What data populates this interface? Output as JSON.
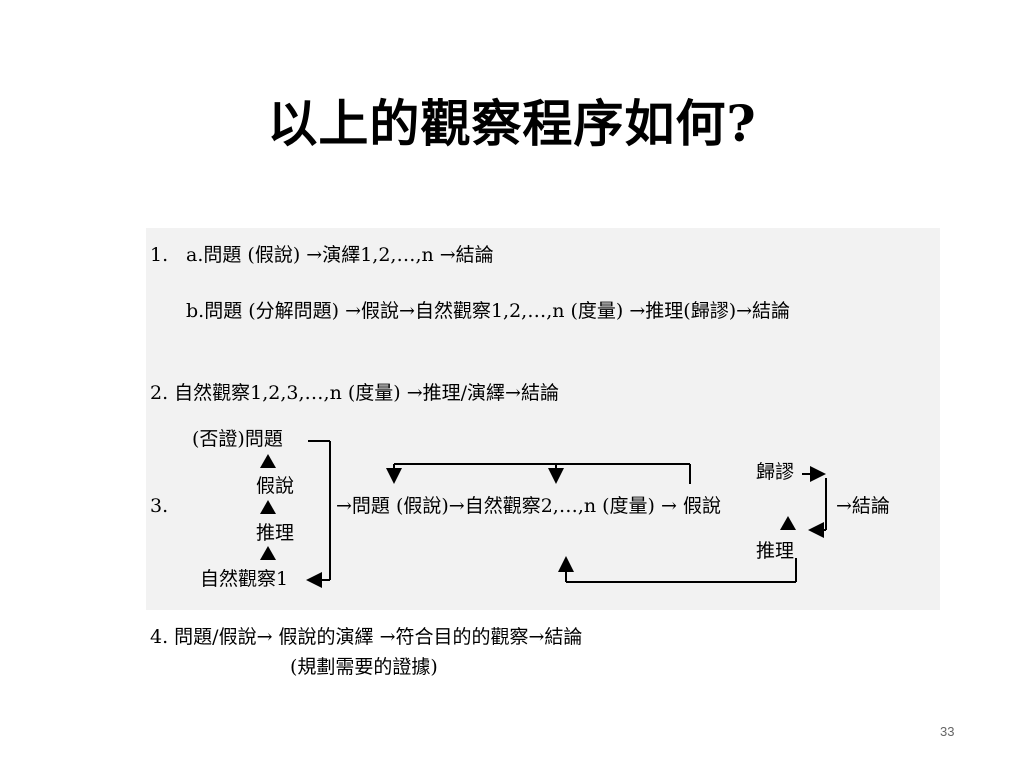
{
  "slide": {
    "title": "以上的觀察程序如何?",
    "page_number": "33"
  },
  "diagram": {
    "item1": {
      "number": "1.",
      "a": "a.問題 (假說) →演繹1,2,…,n →結論",
      "b": "b.問題 (分解問題) →假說→自然觀察1,2,…,n (度量) →推理(歸謬)→結論"
    },
    "item2": {
      "text": "2. 自然觀察1,2,3,…,n (度量) →推理/演繹→結論"
    },
    "item3": {
      "number": "3.",
      "left_stack": {
        "top": "(否證)問題",
        "second": "假說",
        "third": "推理",
        "bottom": "自然觀察1"
      },
      "main_flow": "→問題 (假說)→自然觀察2,…,n (度量) → 假說",
      "right_stack": {
        "top": "歸謬",
        "bottom": "推理"
      },
      "conclusion": "→結論"
    },
    "item4": {
      "line1": "4. 問題/假說→  假說的演繹   →符合目的的觀察→結論",
      "line2": "(規劃需要的證據)"
    }
  }
}
